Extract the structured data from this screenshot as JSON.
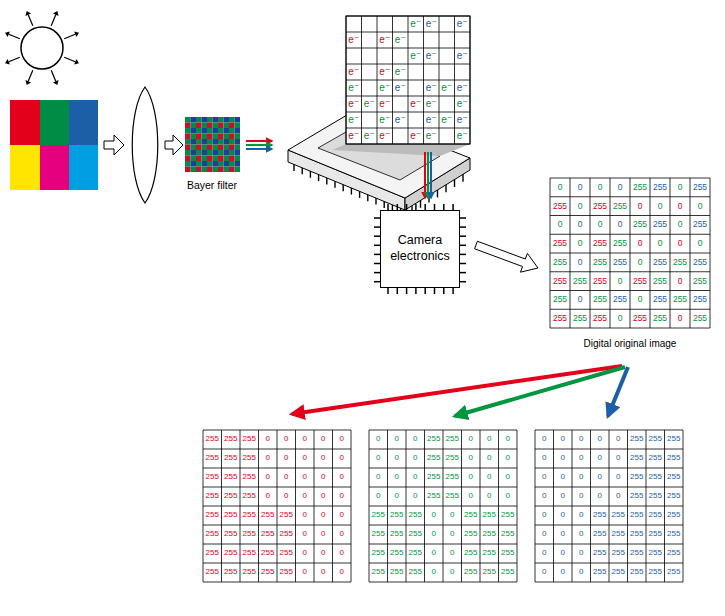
{
  "diagram": {
    "nodes": [
      {
        "text": [
          "Camera electronics"
        ]
      },
      {
        "text": [
          "Digital original image"
        ]
      }
    ],
    "edges": [
      {
        "from": 0,
        "to": 1,
        "arrow": "to"
      }
    ],
    "labels": [
      "Bayer filter",
      "e⁻",
      "e⁻",
      "e⁻",
      "e⁻",
      "e⁻",
      "e⁻",
      "e⁻",
      "e⁻",
      "e⁻",
      "e⁻",
      "e⁻",
      "e⁻",
      "e⁻",
      "e⁻",
      "e⁻",
      "e⁻",
      "e⁻",
      "e⁻",
      "e⁻",
      "e⁻",
      "e⁻",
      "e⁻",
      "e⁻",
      "e⁻",
      "e⁻",
      "e⁻",
      "e⁻",
      "e⁻",
      "e⁻",
      "e⁻",
      "e⁻",
      "e⁻",
      "e⁻",
      "e⁻",
      "e⁻",
      "e⁻",
      "0",
      "0",
      "0",
      "0",
      "255",
      "255",
      "0",
      "255",
      "255",
      "0",
      "255",
      "255",
      "0",
      "0",
      "0",
      "0",
      "0",
      "0",
      "0",
      "0",
      "255",
      "255",
      "0",
      "255",
      "255",
      "0",
      "255",
      "255",
      "0",
      "0",
      "0",
      "0",
      "255",
      "0",
      "255",
      "255",
      "0",
      "255",
      "255",
      "255",
      "255",
      "255",
      "255",
      "0",
      "255",
      "255",
      "0",
      "255",
      "255",
      "0",
      "255",
      "255",
      "0",
      "255",
      "255",
      "255",
      "255",
      "255",
      "255",
      "0",
      "255",
      "255",
      "0",
      "255",
      "255",
      "255",
      "255",
      "0",
      "0",
      "0",
      "0",
      "0",
      "255",
      "255",
      "255",
      "0",
      "0",
      "0",
      "0",
      "0",
      "255",
      "255",
      "255",
      "0",
      "0",
      "0",
      "0",
      "0",
      "255",
      "255",
      "255",
      "0",
      "0",
      "0",
      "0",
      "0",
      "255",
      "255",
      "255",
      "255",
      "255",
      "0",
      "0",
      "0",
      "255",
      "255",
      "255",
      "255",
      "255",
      "0",
      "0",
      "0",
      "255",
      "255",
      "255",
      "255",
      "255",
      "0",
      "0",
      "0",
      "255",
      "255",
      "255",
      "255",
      "255",
      "0",
      "0",
      "0",
      "0",
      "0",
      "0",
      "255",
      "255",
      "0",
      "0",
      "0",
      "0",
      "0",
      "0",
      "255",
      "255",
      "0",
      "0",
      "0",
      "0",
      "0",
      "0",
      "255",
      "255",
      "0",
      "0",
      "0",
      "0",
      "0",
      "0",
      "255",
      "255",
      "0",
      "0",
      "0",
      "255",
      "255",
      "255",
      "0",
      "0",
      "255",
      "255",
      "255",
      "255",
      "255",
      "255",
      "0",
      "0",
      "255",
      "255",
      "255",
      "255",
      "255",
      "255",
      "0",
      "0",
      "255",
      "255",
      "255",
      "255",
      "255",
      "255",
      "0",
      "0",
      "255",
      "255",
      "255",
      "0",
      "0",
      "0",
      "0",
      "0",
      "255",
      "255",
      "255",
      "0",
      "0",
      "0",
      "0",
      "0",
      "255",
      "255",
      "255",
      "0",
      "0",
      "0",
      "0",
      "0",
      "255",
      "255",
      "255",
      "0",
      "0",
      "0",
      "0",
      "0",
      "255",
      "255",
      "255",
      "0",
      "0",
      "0",
      "255",
      "255",
      "255",
      "255",
      "255",
      "0",
      "0",
      "0",
      "255",
      "255",
      "255",
      "255",
      "255",
      "0",
      "0",
      "0",
      "255",
      "255",
      "255",
      "255",
      "255",
      "0",
      "0",
      "0",
      "255",
      "255",
      "255",
      "255",
      "255"
    ]
  }
}
